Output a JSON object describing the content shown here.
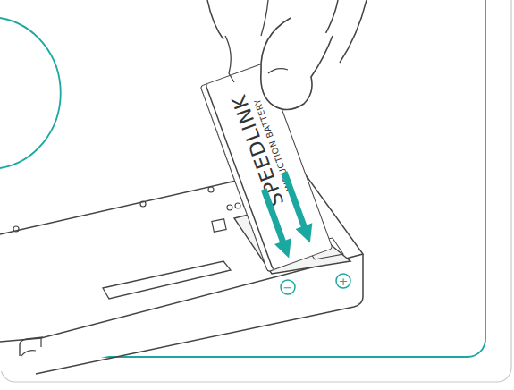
{
  "diagram": {
    "nodes": [
      {
        "text": [
          "SPEEDLINK",
          "INDUCTION BATTERY"
        ]
      }
    ],
    "labels": [
      "−",
      "+"
    ]
  }
}
